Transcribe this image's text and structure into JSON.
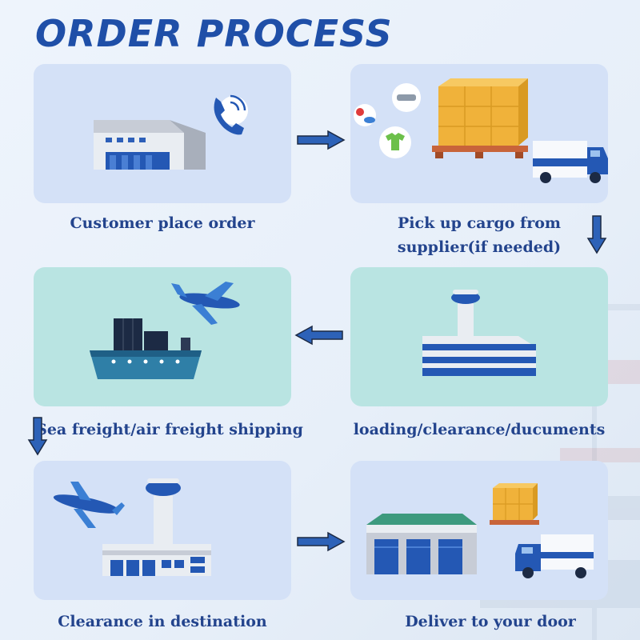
{
  "title": "ORDER PROCESS",
  "steps": [
    {
      "label": "Customer place order",
      "icon": "office-building-phone-icon"
    },
    {
      "label": "Pick up cargo from",
      "label2": "supplier(if needed)",
      "icon": "cargo-pickup-icon"
    },
    {
      "label": "loading/clearance/ducuments",
      "icon": "airport-terminal-icon"
    },
    {
      "label": "Sea freight/air freight shipping",
      "icon": "ship-plane-icon"
    },
    {
      "label": "Clearance in destination",
      "icon": "plane-control-tower-icon"
    },
    {
      "label": "Deliver to your door",
      "icon": "warehouse-delivery-icon"
    }
  ],
  "colors": {
    "title": "#1f4fa8",
    "label": "#23448d",
    "panel_blue": "#d4e1f7",
    "panel_teal": "#b9e4e2",
    "arrow": "#2d62b8"
  }
}
